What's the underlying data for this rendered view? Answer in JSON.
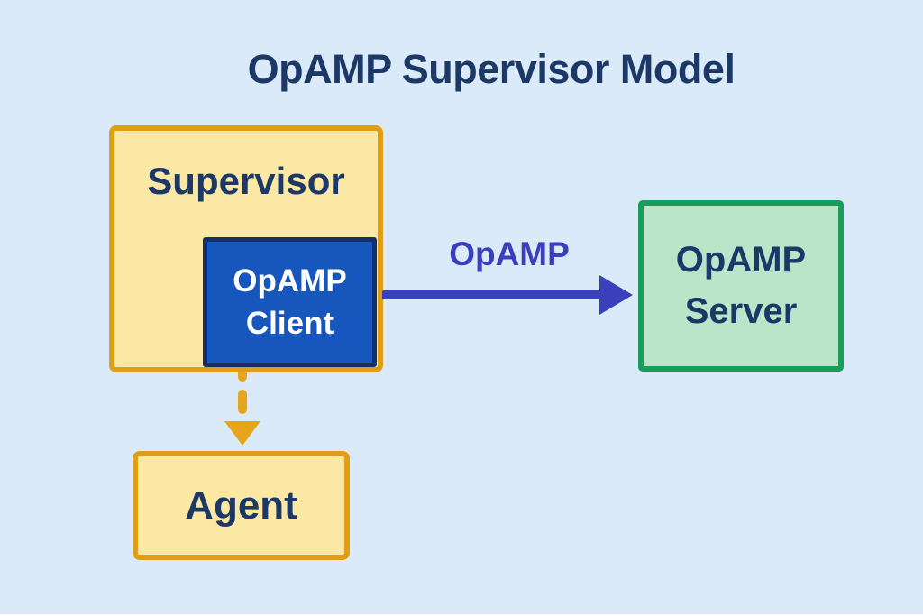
{
  "title": "OpAMP Supervisor Model",
  "colors": {
    "background": "#DAEAF8",
    "navy_text": "#1C3866",
    "yellow_fill": "#FAE8A4",
    "orange_border": "#DF9E16",
    "client_fill": "#1757BD",
    "client_border": "#142F6A",
    "client_text": "#FFFFFF",
    "arrow_indigo": "#3A40BC",
    "green_fill": "#B9E5C9",
    "green_border": "#189D5A",
    "dash_orange": "#E8A51B"
  },
  "nodes": {
    "supervisor": {
      "label": "Supervisor"
    },
    "opamp_client": {
      "lines": [
        "OpAMP",
        "Client"
      ]
    },
    "opamp_server": {
      "lines": [
        "OpAMP",
        "Server"
      ]
    },
    "agent": {
      "label": "Agent"
    }
  },
  "edges": {
    "opamp": {
      "label": "OpAMP",
      "from": "OpAMP Client",
      "to": "OpAMP Server",
      "style": "solid-arrow"
    },
    "supervises": {
      "from": "Supervisor",
      "to": "Agent",
      "style": "dashed-arrow"
    }
  }
}
